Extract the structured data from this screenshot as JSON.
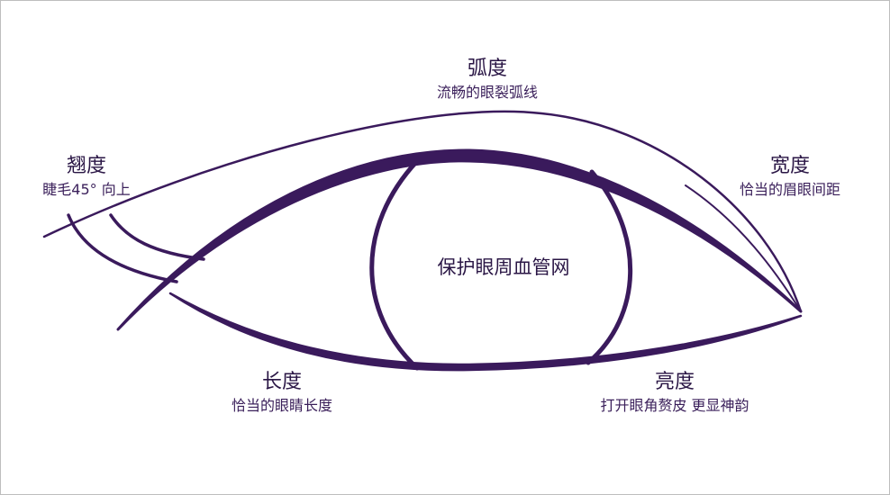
{
  "colors": {
    "stroke": "#3a1a5c",
    "text": "#2a1645",
    "border": "#bdbdbd"
  },
  "labels": {
    "arc": {
      "title": "弧度",
      "sub": "流畅的眼裂弧线"
    },
    "lift": {
      "title": "翘度",
      "sub": "睫毛45°  向上"
    },
    "width": {
      "title": "宽度",
      "sub": "恰当的眉眼间距"
    },
    "length": {
      "title": "长度",
      "sub": "恰当的眼睛长度"
    },
    "brightness": {
      "title": "亮度",
      "sub": "打开眼角赘皮 更显神韵"
    }
  },
  "center": {
    "text": "保护眼周血管网"
  }
}
